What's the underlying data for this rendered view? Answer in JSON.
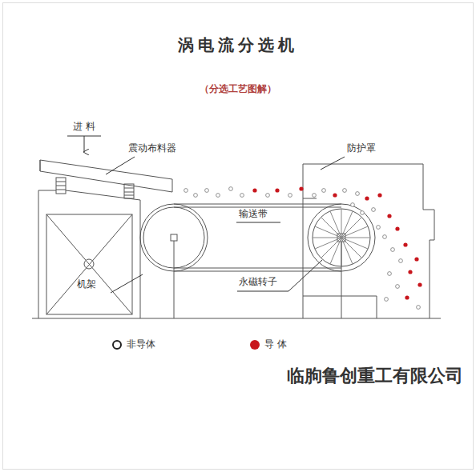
{
  "diagram": {
    "title": "涡电流分选机",
    "labels": [
      "（分选工艺图解）",
      "进 料",
      "震动布料器",
      "防护罩",
      "输送带",
      "机架",
      "永磁转子",
      "临朐鲁创重工有限公司"
    ],
    "legend": [
      {
        "text": "非导体"
      },
      {
        "text": "导 体",
        "color": "#c8161d"
      }
    ]
  }
}
